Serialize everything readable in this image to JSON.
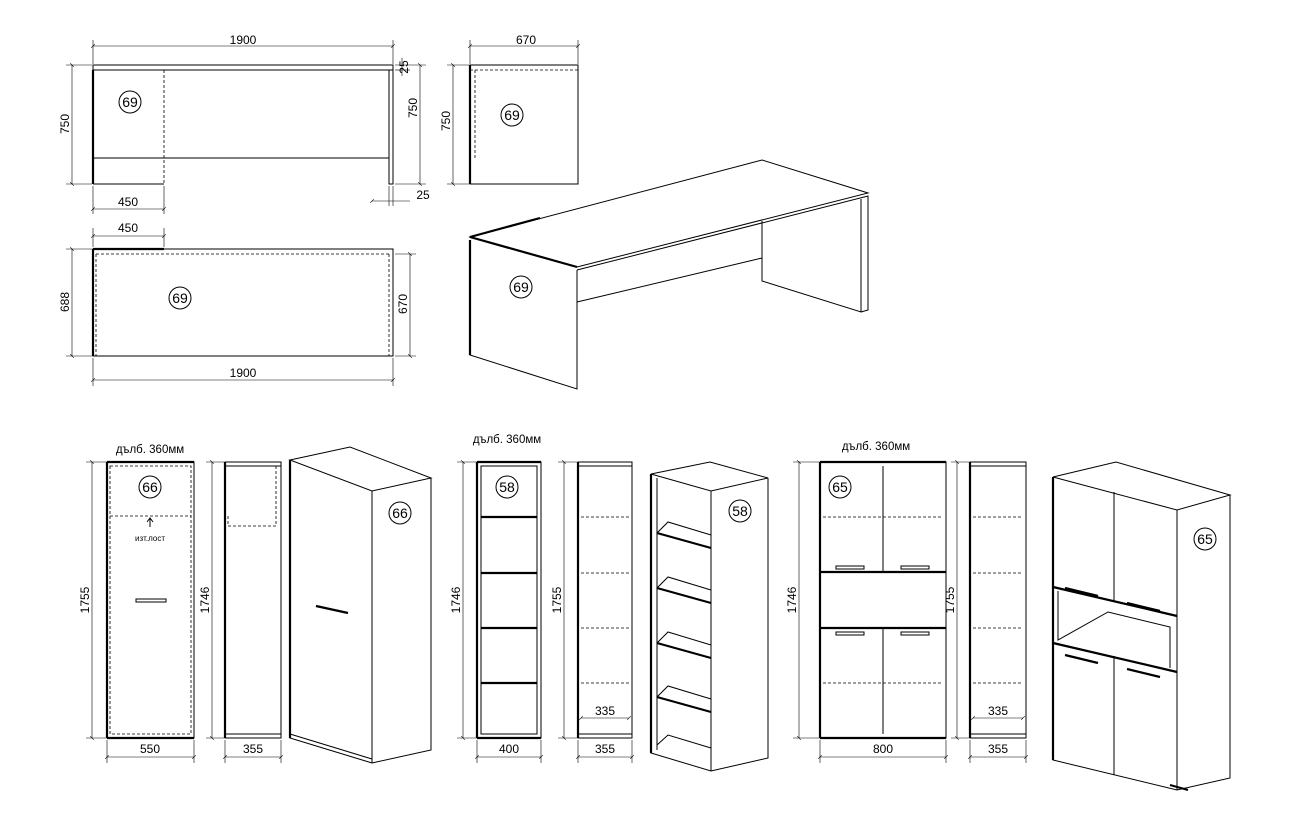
{
  "desk": {
    "tag": "69",
    "front": {
      "width": "1900",
      "height": "750",
      "top_thickness": "25",
      "leg_height": "750",
      "panel_width": "450",
      "leg_thickness": "25"
    },
    "side": {
      "depth": "670",
      "height": "750"
    },
    "top": {
      "panel_width": "450",
      "depth_outer": "688",
      "depth_inner": "670",
      "width": "1900"
    }
  },
  "cabinet66": {
    "tag": "66",
    "depth_note": "дълб. 360мм",
    "shelf_note": "изт.лост",
    "height_front": "1755",
    "width": "550",
    "height_side": "1746",
    "side_depth": "355"
  },
  "cabinet58": {
    "tag": "58",
    "depth_note": "дълб. 360мм",
    "height_front": "1746",
    "width": "400",
    "height_side": "1755",
    "inner_depth": "335",
    "side_depth": "355"
  },
  "cabinet65": {
    "tag": "65",
    "depth_note": "дълб. 360мм",
    "height_front": "1746",
    "width": "800",
    "height_side": "1755",
    "inner_depth": "335",
    "side_depth": "355"
  }
}
